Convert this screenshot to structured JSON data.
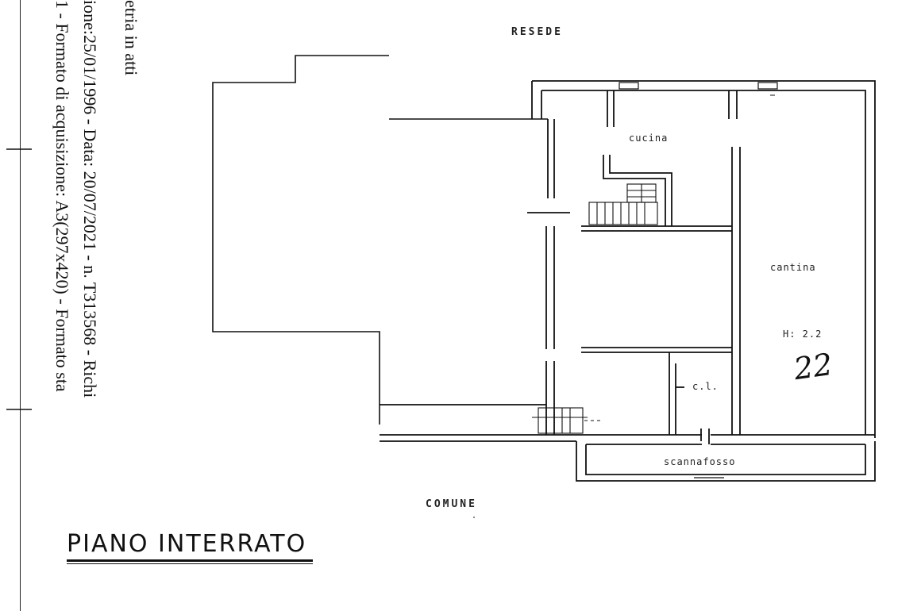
{
  "header_label": "RESEDE",
  "footer_label": "COMUNE",
  "title": "PIANO INTERRATO",
  "rooms": {
    "kitchen": "cucina",
    "cellar": "cantina",
    "cellar_height": "H: 2.2",
    "closet": "c.l.",
    "trench": "scannafosso"
  },
  "handwritten_note": "22",
  "scan_stamp": {
    "line1": "etria in atti",
    "line2": "ione:25/01/1996 - Data: 20/07/2021 - n. T313568 - Richi",
    "line3": "1 - Formato di acquisizione: A3(297x420) - Formato sta"
  }
}
